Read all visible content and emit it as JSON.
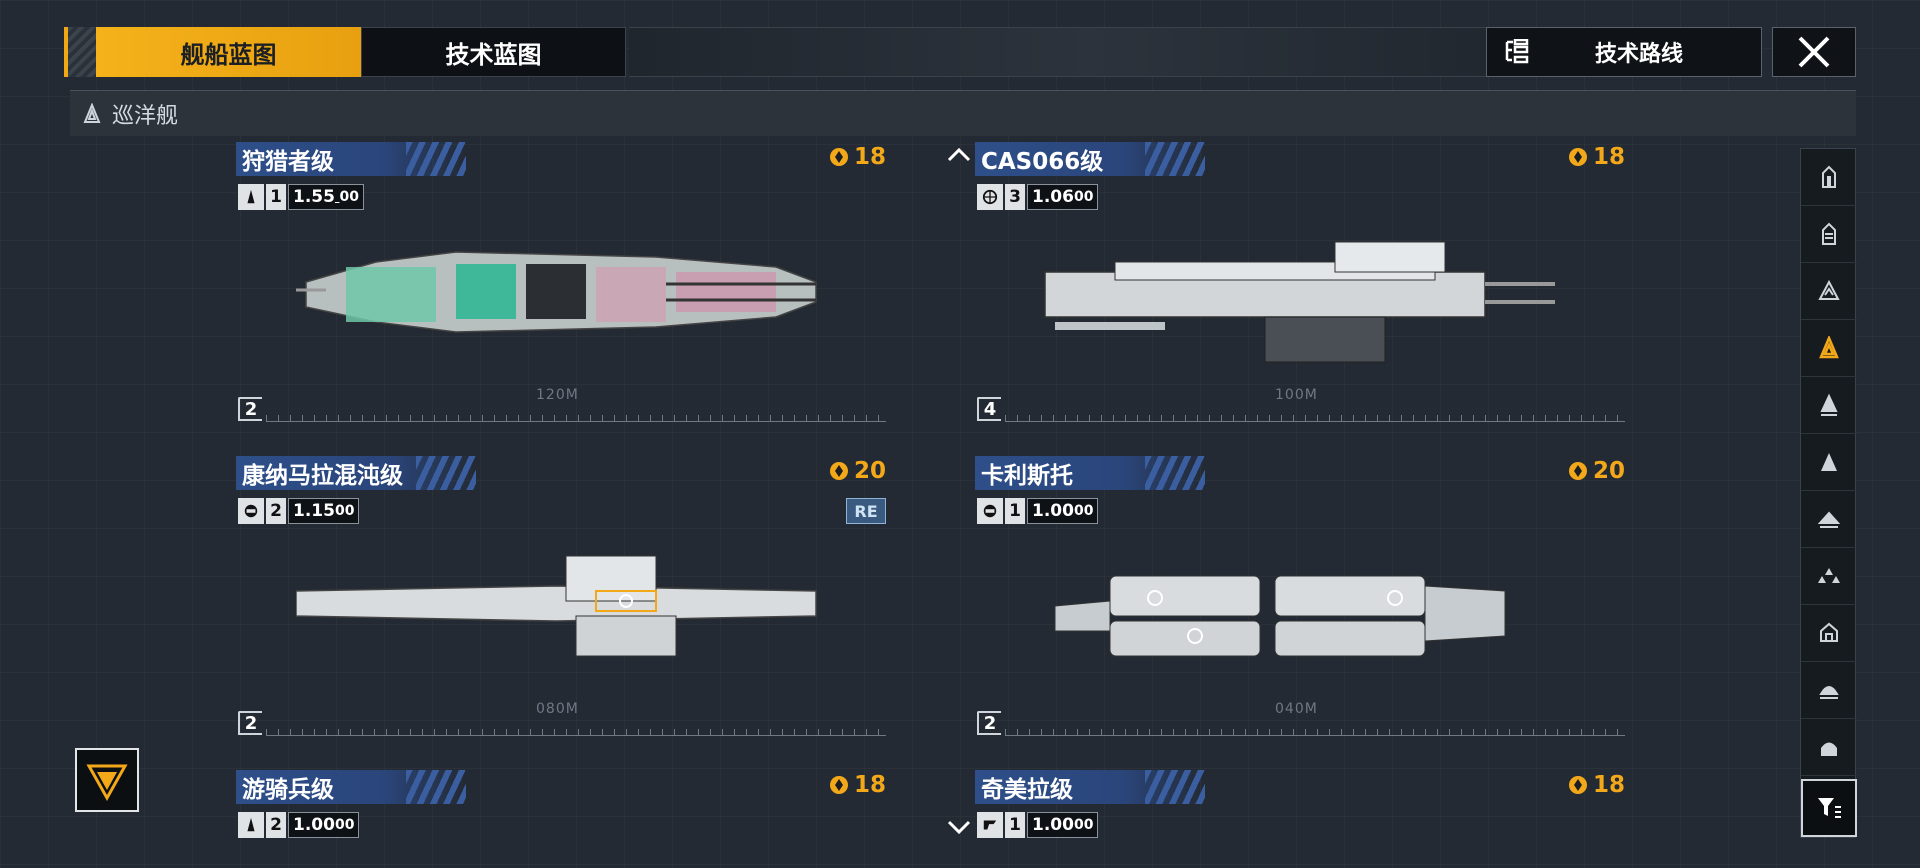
{
  "tabs": [
    {
      "label": "舰船蓝图",
      "active": true
    },
    {
      "label": "技术蓝图",
      "active": false
    }
  ],
  "tech_route": {
    "label": "技术路线"
  },
  "category": {
    "label": "巡洋舰"
  },
  "accent_color": "#f3a81a",
  "ships": [
    {
      "name": "狩猎者级",
      "cost": "18",
      "tier": "1",
      "value": "1.55",
      "value_suffix": "00",
      "count": "2",
      "length": "120M",
      "icon": "jet-icon"
    },
    {
      "name": "CAS066级",
      "cost": "18",
      "tier": "3",
      "value": "1.06",
      "value_suffix": "00",
      "count": "4",
      "length": "100M",
      "icon": "globe-icon"
    },
    {
      "name": "康纳马拉混沌级",
      "cost": "20",
      "tier": "2",
      "value": "1.15",
      "value_suffix": "00",
      "count": "2",
      "length": "080M",
      "icon": "shield-icon",
      "badge": "RE"
    },
    {
      "name": "卡利斯托",
      "cost": "20",
      "tier": "1",
      "value": "1.00",
      "value_suffix": "00",
      "count": "2",
      "length": "040M",
      "icon": "shield-icon"
    },
    {
      "name": "游骑兵级",
      "cost": "18",
      "tier": "2",
      "value": "1.00",
      "value_suffix": "00",
      "icon": "jet-icon"
    },
    {
      "name": "奇美拉级",
      "cost": "18",
      "tier": "1",
      "value": "1.00",
      "value_suffix": "00",
      "icon": "brand-icon"
    }
  ]
}
